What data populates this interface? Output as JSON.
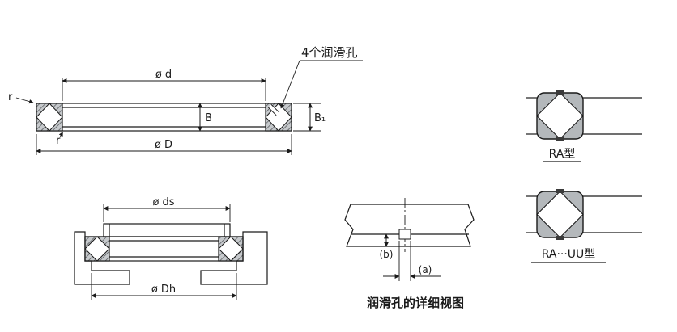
{
  "figure": {
    "description_visible": false
  },
  "main_view": {
    "lube_label": "4个润滑孔",
    "dim_d": "ø d",
    "dim_D": "ø D",
    "dim_B": "B",
    "dim_B1": "B₁",
    "r_left": "r",
    "r_bottom": "r"
  },
  "mount_view": {
    "dim_ds": "ø ds",
    "dim_Dh": "ø Dh"
  },
  "detail_view": {
    "dim_a": "(a)",
    "dim_b": "(b)",
    "caption": "润滑孔的详细视图"
  },
  "types": [
    {
      "label": "RA型"
    },
    {
      "label": "RA···UU型"
    }
  ],
  "colors": {
    "line": "#1a1a1a",
    "block_fill": "#c6c9cc",
    "icon_fill": "#b4b8bb",
    "background": "#ffffff"
  }
}
